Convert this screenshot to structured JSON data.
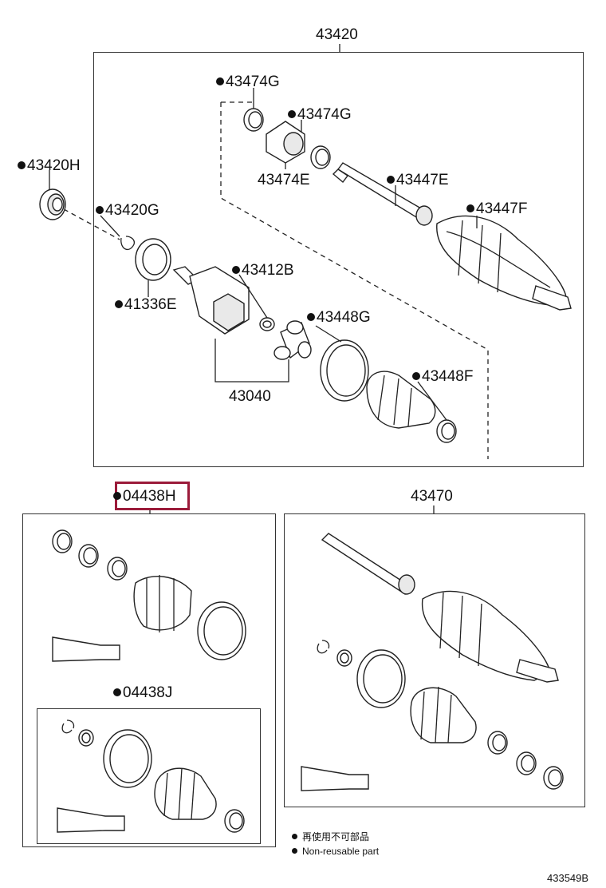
{
  "labels": {
    "assy_43420": "43420",
    "p_43474g_a": "43474G",
    "p_43474g_b": "43474G",
    "p_43474e": "43474E",
    "p_43420h": "43420H",
    "p_43447e": "43447E",
    "p_43447f": "43447F",
    "p_43420g": "43420G",
    "p_43412b": "43412B",
    "p_41336e": "41336E",
    "p_43448g": "43448G",
    "p_43448f": "43448F",
    "p_43040": "43040",
    "p_04438h": "04438H",
    "p_43470": "43470",
    "p_04438j": "04438J"
  },
  "legend": {
    "line1": "再使用不可部品",
    "line2": "Non-reusable part"
  },
  "diagram_code": "433549B",
  "colors": {
    "highlight": "#9b1b3a",
    "ink": "#111111"
  }
}
